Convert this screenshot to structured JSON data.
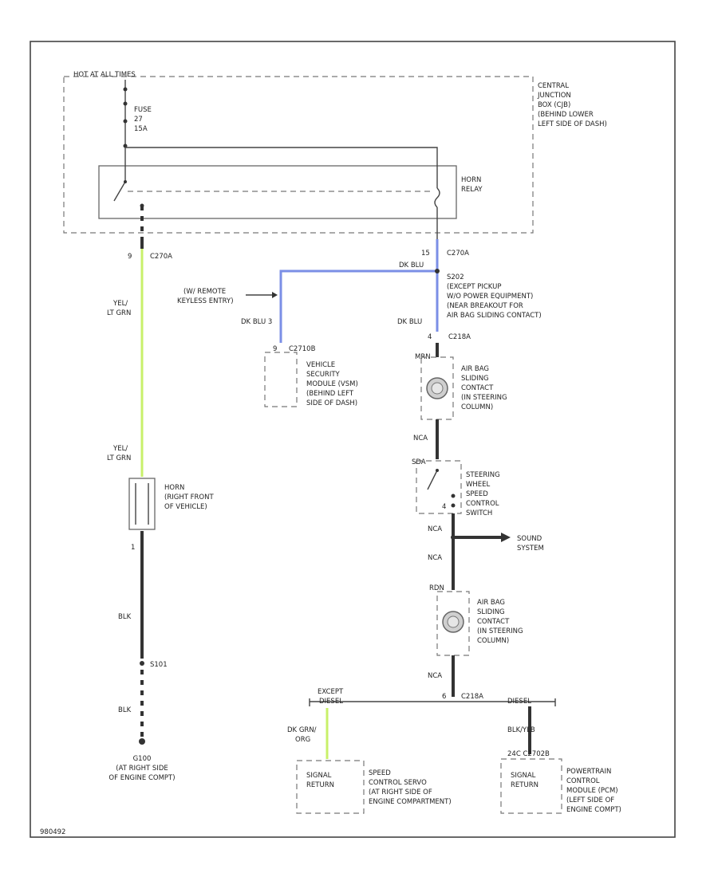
{
  "top_bus": "HOT AT ALL TIMES",
  "cjb": [
    "CENTRAL",
    "JUNCTION",
    "BOX (CJB)",
    "(BEHIND LOWER",
    "LEFT SIDE OF DASH)"
  ],
  "fuse": [
    "FUSE",
    "27",
    "15A"
  ],
  "horn_relay": [
    "HORN",
    "RELAY"
  ],
  "c270a_left": {
    "pin": "9",
    "label": "C270A"
  },
  "c270a_right": {
    "pin": "15",
    "label": "C270A"
  },
  "wire_left_top": [
    "YEL/",
    "LT GRN"
  ],
  "wire_left_mid": [
    "YEL/",
    "LT GRN"
  ],
  "horn": [
    "HORN",
    "(RIGHT FRONT",
    "OF VEHICLE)"
  ],
  "horn_pin": "1",
  "blk_1": "BLK",
  "s101": "S101",
  "blk_2": "BLK",
  "g100": [
    "G100",
    "(AT RIGHT SIDE",
    "OF ENGINE COMPT)"
  ],
  "dk_blu_top": "DK BLU",
  "remote": [
    "(W/ REMOTE",
    "KEYLESS ENTRY)"
  ],
  "dk_blu_left": "DK BLU 3",
  "c2710b": {
    "pin": "9",
    "label": "C2710B"
  },
  "vsm": [
    "VEHICLE",
    "SECURITY",
    "MODULE (VSM)",
    "(BEHIND LEFT",
    "SIDE OF DASH)"
  ],
  "s202": [
    "S202",
    "(EXCEPT PICKUP",
    "W/O POWER EQUIPMENT)",
    "(NEAR BREAKOUT FOR",
    "AIR BAG SLIDING CONTACT)"
  ],
  "dk_blu_right": "DK BLU",
  "c218a": {
    "pin": "4",
    "label": "C218A"
  },
  "mrn": "MRN",
  "airbag1": [
    "AIR BAG",
    "SLIDING",
    "CONTACT",
    "(IN STEERING",
    "COLUMN)"
  ],
  "nca_1": "NCA",
  "sda": "SDA",
  "steering_switch": [
    "STEERING",
    "WHEEL",
    "SPEED",
    "CONTROL",
    "SWITCH"
  ],
  "switch_pin": "4",
  "nca_2": "NCA",
  "sound_system": [
    "SOUND",
    "SYSTEM"
  ],
  "nca_3": "NCA",
  "rdn": "RDN",
  "airbag2": [
    "AIR BAG",
    "SLIDING",
    "CONTACT",
    "(IN STEERING",
    "COLUMN)"
  ],
  "nca_4": "NCA",
  "c218a_bottom": {
    "pin": "6",
    "label": "C218A"
  },
  "except_diesel": [
    "EXCEPT",
    "DIESEL"
  ],
  "diesel": "DIESEL",
  "dk_grn_org": [
    "DK GRN/",
    "ORG"
  ],
  "blk_ylb": "BLK/YLB",
  "c2702b": "24C C2702B",
  "signal_return_1": [
    "SIGNAL",
    "RETURN"
  ],
  "speed_servo": [
    "SPEED",
    "CONTROL SERVO",
    "(AT RIGHT SIDE OF",
    "ENGINE COMPARTMENT)"
  ],
  "signal_return_2": [
    "SIGNAL",
    "RETURN"
  ],
  "pcm": [
    "POWERTRAIN",
    "CONTROL",
    "MODULE (PCM)",
    "(LEFT SIDE OF",
    "ENGINE COMPT)"
  ],
  "footer_code": "980492"
}
